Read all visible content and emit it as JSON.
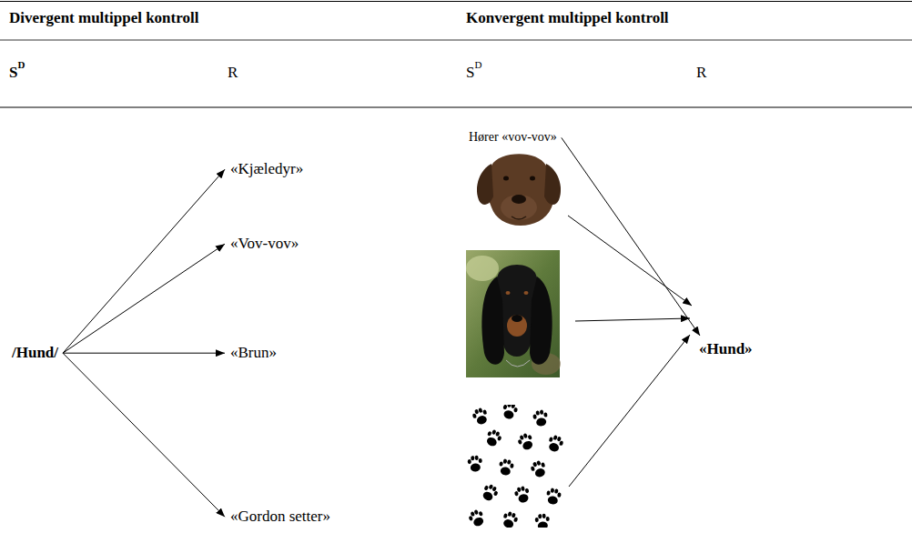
{
  "diagram": {
    "nodes": [
      {
        "text": [
          "/Hund/"
        ]
      },
      {
        "text": [
          "«Kjæledyr»"
        ]
      },
      {
        "text": [
          "«Vov-vov»"
        ]
      },
      {
        "text": [
          "«Brun»"
        ]
      },
      {
        "text": [
          "«Gordon setter»"
        ]
      },
      {
        "text": [
          "Hører «vov-vov»"
        ]
      },
      {
        "text": [
          "«Hund»"
        ]
      }
    ],
    "edges": [
      {
        "from": 0,
        "to": 1,
        "arrow": "to"
      },
      {
        "from": 0,
        "to": 2,
        "arrow": "to"
      },
      {
        "from": 0,
        "to": 3,
        "arrow": "to"
      },
      {
        "from": 0,
        "to": 4,
        "arrow": "to"
      },
      {
        "from": 5,
        "to": 6,
        "arrow": "to"
      }
    ],
    "labels": [
      "Divergent multippel kontroll",
      "Konvergent multippel kontroll",
      "S",
      "D",
      "R",
      "S",
      "D",
      "R"
    ]
  }
}
